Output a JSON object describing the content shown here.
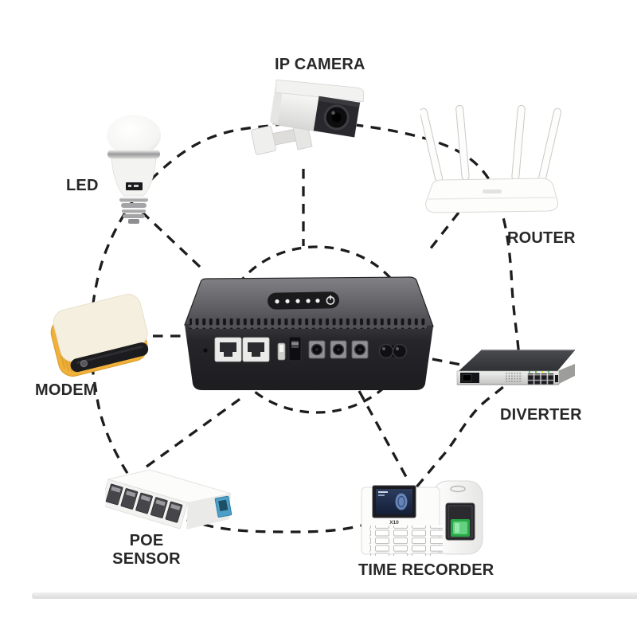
{
  "labels": {
    "ip_camera": "IP CAMERA",
    "led": "LED",
    "router": "ROUTER",
    "modem": "MODEM",
    "diverter": "DIVERTER",
    "poe_line1": "POE",
    "poe_line2": "SENSOR",
    "time_recorder": "TIME RECORDER"
  },
  "devices": {
    "central_ups": {
      "type": "mini UPS power box",
      "indicator_led_count": 5,
      "ethernet_ports": 2,
      "usb_ports": 1,
      "dc_ports": 3,
      "round_power_ports": 2
    },
    "router": {
      "antennas": 4
    },
    "diverter": {
      "ethernet_ports": 8
    },
    "poe_sensor": {
      "ethernet_ports": 5,
      "side_port_color": "#4d9fc7"
    },
    "time_recorder": {
      "model": "X10"
    }
  },
  "connections": [
    "ups-led",
    "ups-ip_camera",
    "ups-router",
    "ups-modem",
    "ups-diverter",
    "ups-poe_sensor",
    "ups-time_recorder"
  ],
  "style": {
    "background": "#ffffff",
    "dashed_line_color": "#1c1c1c",
    "label_color": "#282828",
    "modem_yellow": "#f0b13a",
    "poe_port_blue": "#4d9fc7",
    "sensor_green": "#27a845",
    "bottom_bar_gray": "#dbdbdb"
  }
}
